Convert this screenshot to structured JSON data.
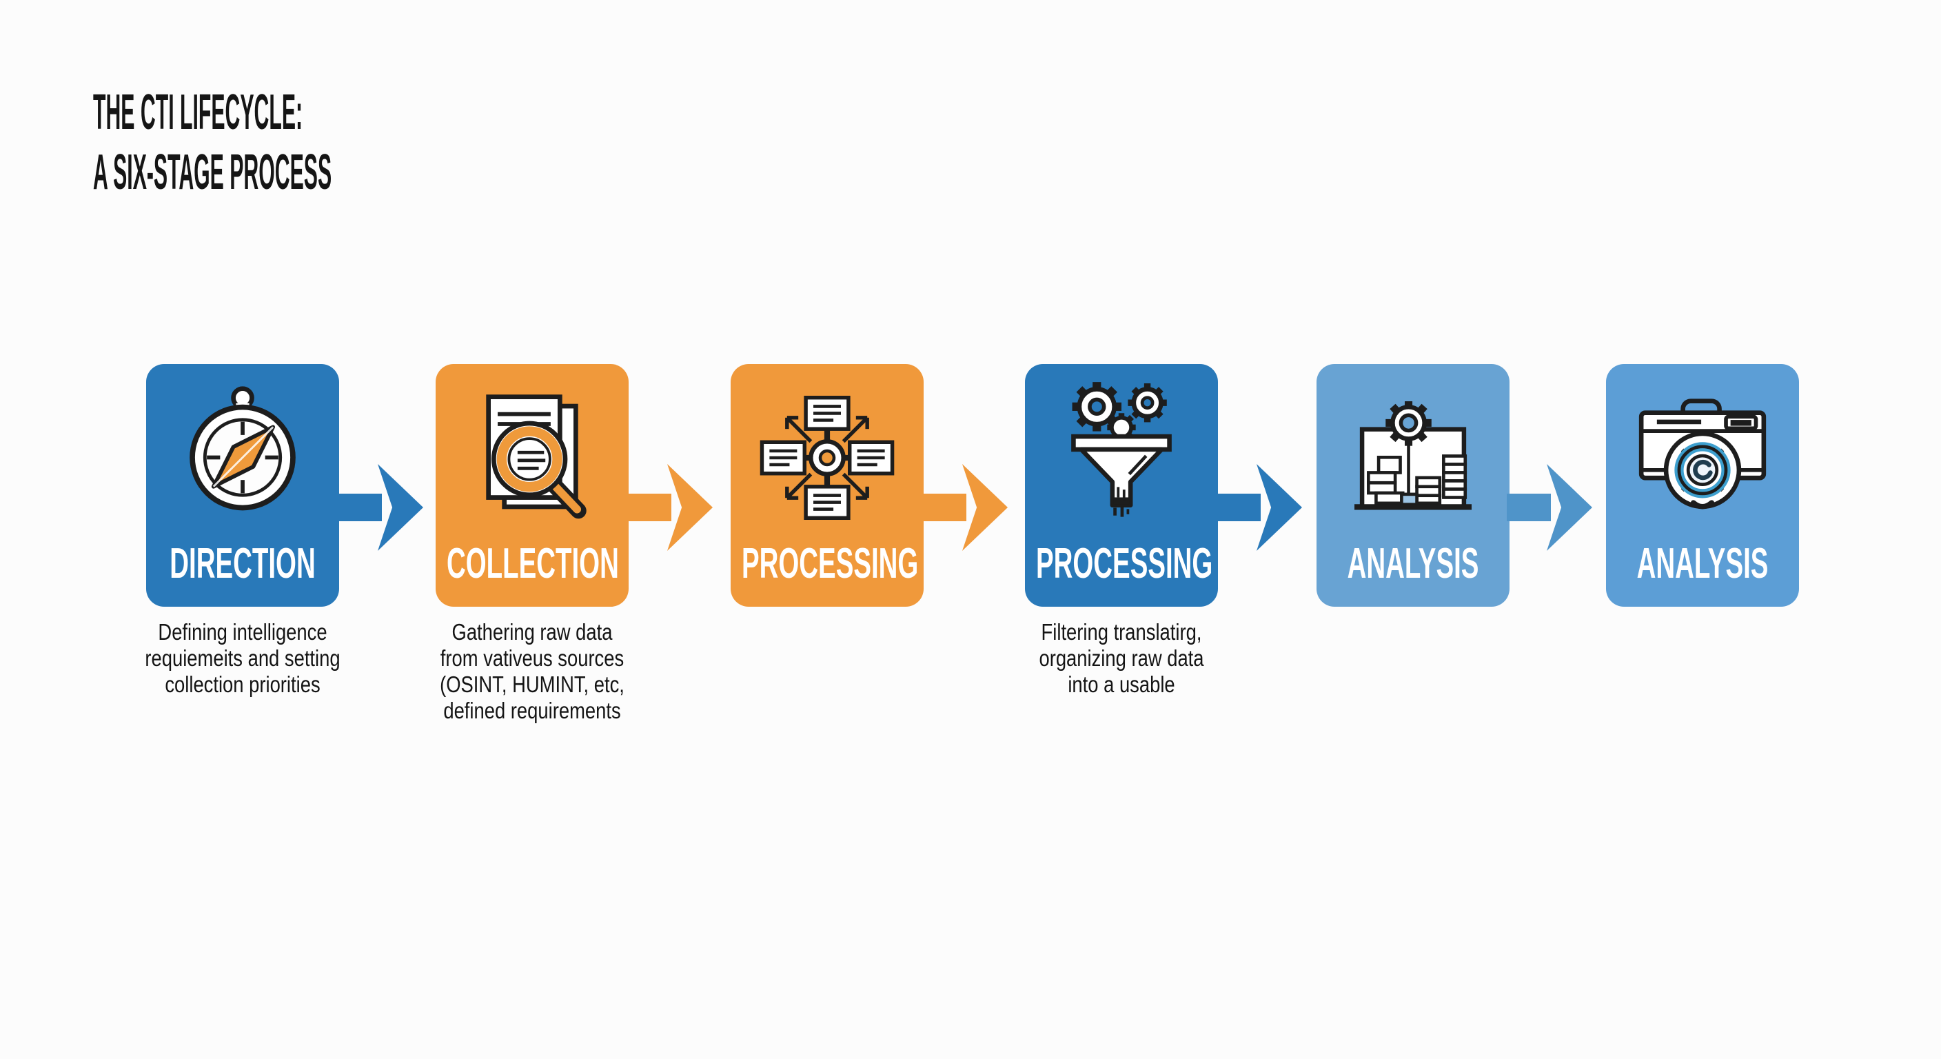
{
  "title": {
    "line1": "THE CTI LIFECYCLE:",
    "line2": "A SIX-STAGE PROCESS"
  },
  "colors": {
    "blue": "#2979b9",
    "orange": "#f0993b",
    "light_blue": "#68a3d3",
    "light_blue_2": "#5c9ed6",
    "arrow_light_blue": "#4f94c9",
    "icon_accent_orange": "#ef9a3b",
    "icon_accent_blue": "#3d9fce",
    "title_text": "#151515",
    "label_text": "#ffffff"
  },
  "stages": [
    {
      "label": "DIRECTION",
      "icon": "compass-icon",
      "color": "#2979b9",
      "arrow_color": "#2979b9",
      "description": [
        "Defining intelligence",
        "requiemeits and setting",
        "collection priorities"
      ]
    },
    {
      "label": "COLLECTION",
      "icon": "document-magnifier-icon",
      "color": "#f0993b",
      "arrow_color": "#f0993b",
      "description": [
        "Gathering raw data",
        "from vativeus sources",
        "(OSINT, HUMINT, etc,",
        "defined requirements"
      ]
    },
    {
      "label": "PROCESSING",
      "icon": "hub-network-icon",
      "color": "#f0993b",
      "arrow_color": "#f0993b",
      "description": []
    },
    {
      "label": "PROCESSING",
      "icon": "funnel-gears-icon",
      "color": "#2979b9",
      "arrow_color": "#2979b9",
      "description": [
        "Filtering translatirg,",
        "organizing raw data",
        "into a usable"
      ]
    },
    {
      "label": "ANALYSIS",
      "icon": "analytics-building-icon",
      "color": "#68a3d3",
      "arrow_color": "#4f94c9",
      "description": []
    },
    {
      "label": "ANALYSIS",
      "icon": "camera-icon",
      "color": "#5c9ed6",
      "arrow_color": "",
      "description": []
    }
  ]
}
